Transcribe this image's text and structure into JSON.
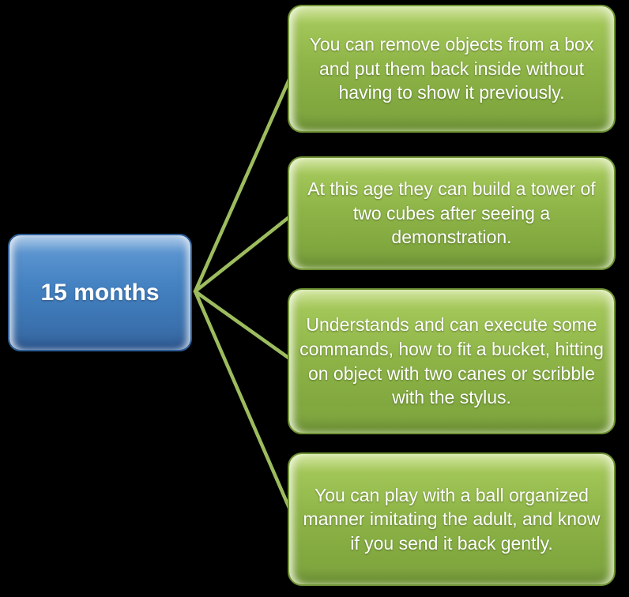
{
  "diagram": {
    "type": "radial-list",
    "root": {
      "label": "15 months"
    },
    "branches": [
      {
        "text": "You can remove objects from a box and put them back inside without having to show it previously."
      },
      {
        "text": "At this age they can build a tower of two cubes after seeing a demonstration."
      },
      {
        "text": "Understands and can execute some commands, how to fit a bucket, hitting on object with two canes or scribble with the stylus."
      },
      {
        "text": "You can play with a ball organized manner imitating the adult, and know if you send it back gently."
      }
    ],
    "colors": {
      "background": "#000000",
      "root_fill": "#4381c1",
      "root_border": "#2d5c94",
      "branch_fill": "#8fb548",
      "branch_border": "#6e9234",
      "connector": "#9cbc5e",
      "text": "#ffffff"
    }
  }
}
